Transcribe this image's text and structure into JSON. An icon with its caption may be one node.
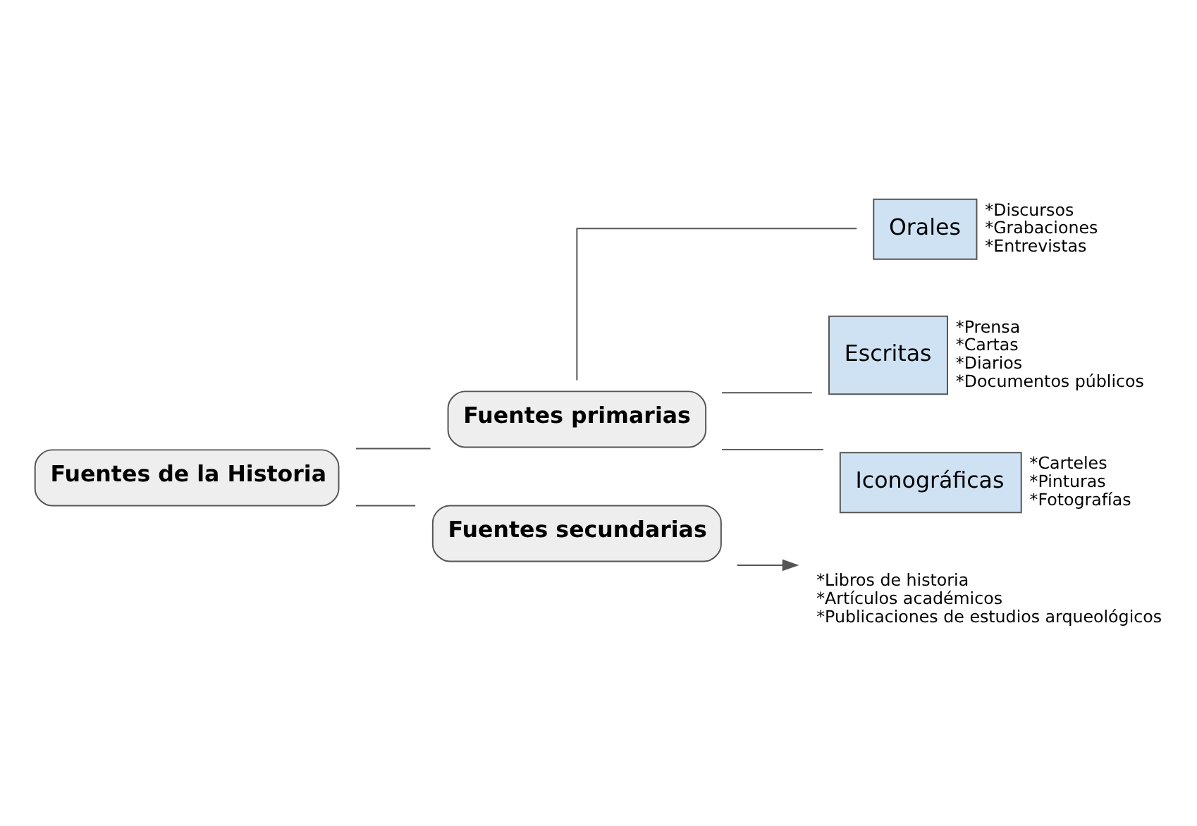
{
  "diagram": {
    "nodes": [
      {
        "text": [
          "Fuentes de la Historia"
        ]
      },
      {
        "text": [
          "Fuentes primarias"
        ]
      },
      {
        "text": [
          "Orales"
        ],
        "beside": [
          "*Discursos",
          "*Grabaciones",
          "*Entrevistas"
        ]
      },
      {
        "text": [
          "Escritas"
        ],
        "beside": [
          "*Prensa",
          "*Cartas",
          "*Diarios",
          "*Documentos públicos"
        ]
      },
      {
        "text": [
          "Iconográficas"
        ],
        "beside": [
          "*Carteles",
          "*Pinturas",
          "*Fotografías"
        ]
      },
      {
        "text": [
          "Fuentes secundarias"
        ]
      },
      {
        "text": [
          "*Libros de historia",
          "*Artículos académicos",
          "*Publicaciones de estudios arqueológicos"
        ]
      }
    ],
    "edges": [
      {
        "from": 0,
        "to": 1,
        "arrow": "none"
      },
      {
        "from": 0,
        "to": 5,
        "arrow": "none"
      },
      {
        "from": 1,
        "to": 2,
        "arrow": "none"
      },
      {
        "from": 1,
        "to": 3,
        "arrow": "none"
      },
      {
        "from": 1,
        "to": 4,
        "arrow": "none"
      },
      {
        "from": 5,
        "to": 6,
        "arrow": "to"
      }
    ]
  }
}
